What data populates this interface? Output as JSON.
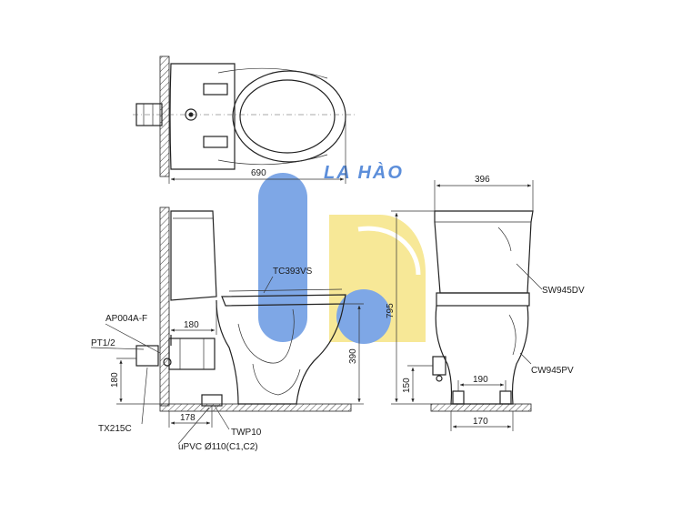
{
  "logo": {
    "text": "LA HÀO",
    "colors": {
      "blue": "#5b8fe0",
      "yellow": "#f5e27a"
    }
  },
  "top_view": {
    "width_dim": "690"
  },
  "side_view": {
    "dims": {
      "seat_to_wall": "180",
      "height": "390",
      "inlet_height": "180",
      "outlet_dist": "178"
    },
    "labels": {
      "seat": "TC393VS",
      "valve": "AP004A-F",
      "thread": "PT1/2",
      "hose": "TX215C",
      "flange": "TWP10",
      "pipe": "uPVC Ø110(C1,C2)"
    }
  },
  "front_view": {
    "dims": {
      "width": "396",
      "height": "795",
      "inlet_height": "150",
      "bolt_spacing": "190",
      "base_width": "170"
    },
    "labels": {
      "tank": "SW945DV",
      "bowl": "CW945PV"
    }
  }
}
